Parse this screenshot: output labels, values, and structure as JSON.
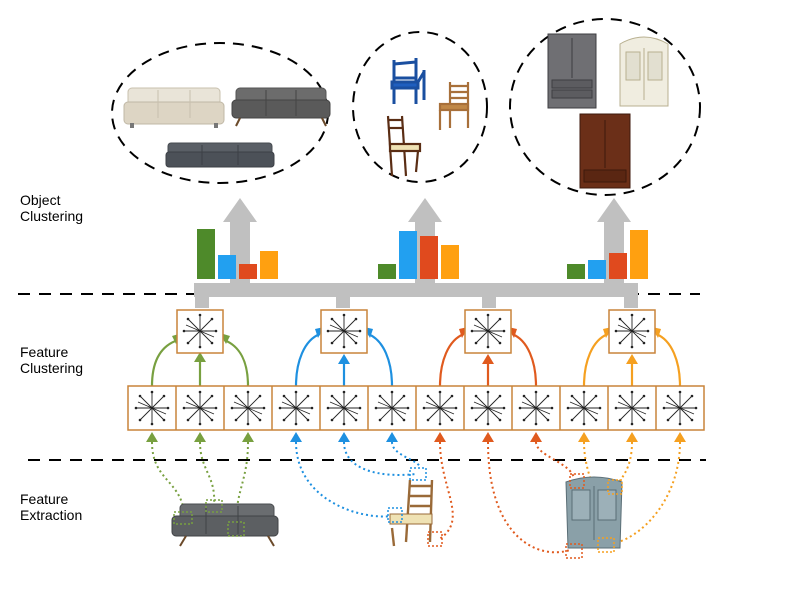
{
  "stages": {
    "object": "Object\nClustering",
    "feature_clustering": "Feature\nClustering",
    "feature_extraction": "Feature\nExtraction"
  },
  "colors": {
    "green": "#78a040",
    "blue": "#1e90e0",
    "red": "#e05a1e",
    "orange": "#f5a020",
    "bar_green": "#4e8a2a",
    "bar_blue": "#22a0f0",
    "bar_red": "#e04a1e",
    "bar_orange": "#ffa010",
    "box_border": "#c8843a",
    "arrow_gray": "#c0c0c0"
  },
  "clusters": [
    {
      "name": "sofa-cluster",
      "icons": [
        "beige-sofa-icon",
        "gray-sofa-icon",
        "dark-sofa-icon"
      ]
    },
    {
      "name": "chair-cluster",
      "icons": [
        "blue-chair-icon",
        "wooden-chair-icon",
        "dark-chair-icon"
      ]
    },
    {
      "name": "cabinet-cluster",
      "icons": [
        "dark-cabinet-icon",
        "white-cabinet-icon",
        "brown-wardrobe-icon"
      ]
    }
  ],
  "histograms": [
    {
      "name": "sofa-histogram",
      "values": [
        50,
        24,
        15,
        28
      ]
    },
    {
      "name": "chair-histogram",
      "values": [
        15,
        48,
        43,
        34
      ]
    },
    {
      "name": "cabinet-histogram",
      "values": [
        15,
        19,
        26,
        49
      ]
    }
  ],
  "inputs": [
    "sofa-image",
    "chair-image",
    "cabinet-image"
  ]
}
